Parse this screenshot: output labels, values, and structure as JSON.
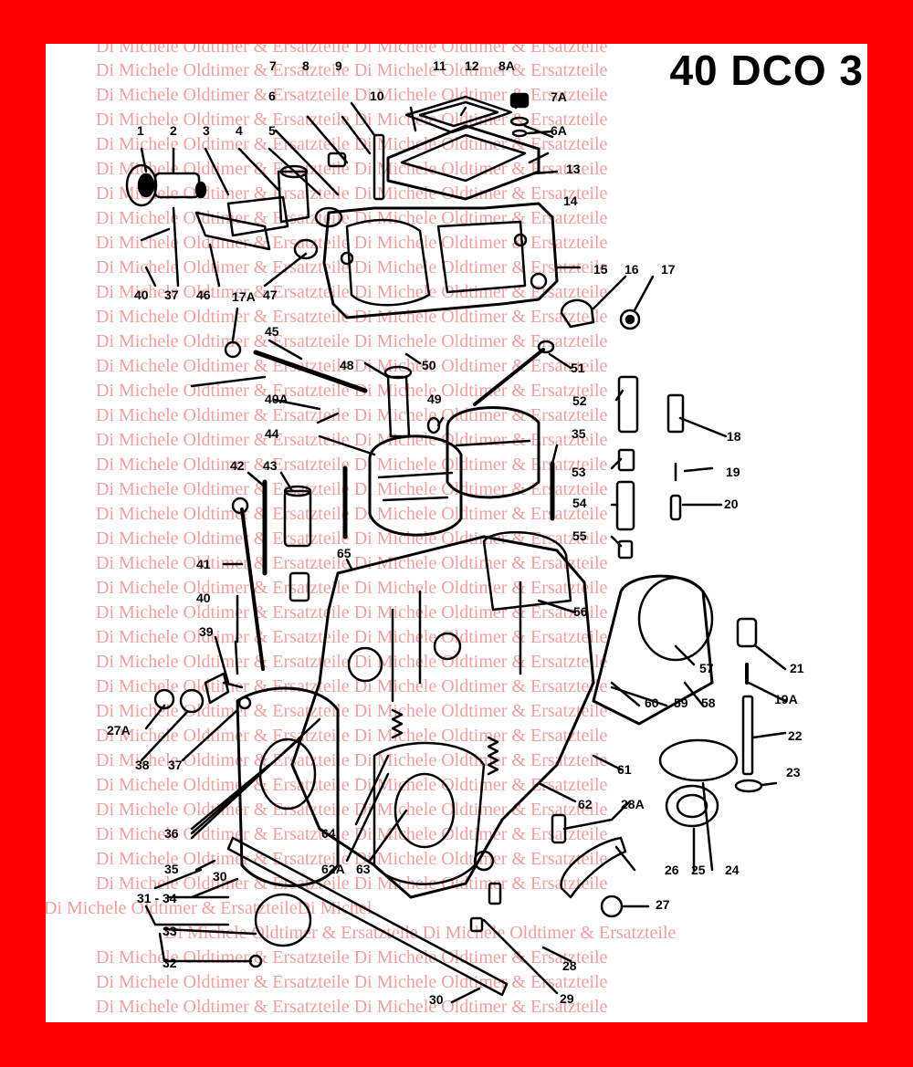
{
  "title": "40 DCO 3",
  "watermark": {
    "text": "Di Michele Oldtimer & Ersatzteile",
    "edge_text": "Di Michele Oldtimer & ErsatzteileDi Michel",
    "color": "#f0a0a0"
  },
  "colors": {
    "frame": "#ff0000",
    "sheet": "#ffffff",
    "ink": "#000000"
  },
  "part_labels": [
    "1",
    "2",
    "3",
    "4",
    "5",
    "6",
    "7",
    "8",
    "9",
    "10",
    "11",
    "12",
    "8A",
    "7A",
    "6A",
    "13",
    "14",
    "15",
    "16",
    "17",
    "17A",
    "37",
    "40",
    "46",
    "47",
    "45",
    "48",
    "50",
    "51",
    "40A",
    "49",
    "52",
    "18",
    "44",
    "35",
    "19",
    "53",
    "42",
    "43",
    "54",
    "20",
    "55",
    "65",
    "41",
    "56",
    "40",
    "21",
    "39",
    "57",
    "19A",
    "27A",
    "60",
    "59",
    "58",
    "22",
    "38",
    "37",
    "61",
    "23",
    "62",
    "28A",
    "36",
    "64",
    "62A",
    "63",
    "26",
    "25",
    "24",
    "35",
    "30",
    "31 - 34",
    "27",
    "33",
    "28",
    "32",
    "29",
    "30"
  ]
}
